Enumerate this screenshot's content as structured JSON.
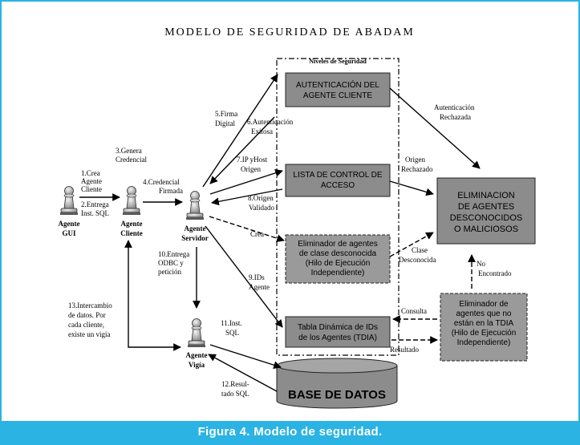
{
  "title": "MODELO DE SEGURIDAD DE ABADAM",
  "caption": "Figura 4. Modelo de seguridad.",
  "levels_label": "Niveles de Seguridad",
  "agents": {
    "gui": [
      "Agente",
      "GUI"
    ],
    "cliente": [
      "Agente",
      "Cliente"
    ],
    "servidor": [
      "Agente",
      "Servidor"
    ],
    "vigia": [
      "Agente",
      "Vigía"
    ]
  },
  "boxes": {
    "autenticacion": [
      "AUTENTICACIÓN DEL",
      "AGENTE CLIENTE"
    ],
    "lista": [
      "LISTA DE CONTROL DE",
      "ACCESO"
    ],
    "eliminador_clase": [
      "Eliminador de agentes",
      "de clase desconocida",
      "(Hilo de Ejecución",
      "Independiente)"
    ],
    "tdia": [
      "Tabla Dinámica de IDs",
      "de los Agentes (TDIA)"
    ],
    "eliminacion": [
      "ELIMINACION",
      "DE AGENTES",
      "DESCONOCIDOS",
      "O MALICIOSOS"
    ],
    "eliminador_tdia": [
      "Eliminador de",
      "agentes que no",
      "están en la TDIA",
      "(Hilo de Ejecución",
      "Independiente)"
    ],
    "base_datos": "BASE DE DATOS"
  },
  "labels": {
    "crea_agente": [
      "1.Crea",
      "Agente",
      "Cliente"
    ],
    "entrega_sql": [
      "2.Entrega",
      "Inst. SQL"
    ],
    "genera_credencial": [
      "3.Genera",
      "Credencial"
    ],
    "credencial_firmada": [
      "4.Credencial",
      "Firmada"
    ],
    "firma_digital": [
      "5.Firma",
      "Digital"
    ],
    "autenticacion_exitosa": [
      "6.Autenticación",
      "Exitosa"
    ],
    "ip_host": [
      "7.IP yHost",
      "Origen"
    ],
    "origen_validado": [
      "8.Origen",
      "Validado"
    ],
    "crea": "Crea",
    "ids_agente": [
      "9.IDs",
      "Agente"
    ],
    "entrega_odbc": [
      "10.Entrega",
      "ODBC y",
      "petición"
    ],
    "inst_sql": [
      "11.Inst.",
      "SQL"
    ],
    "resultado_sql": [
      "12.Resul-",
      "tado SQL"
    ],
    "intercambio": [
      "13.Intercambio",
      "de datos. Por",
      "cada cliente,",
      "existe un vigía"
    ],
    "auth_rechazada": [
      "Autenticación",
      "Rechazada"
    ],
    "origen_rechazado": [
      "Origen",
      "Rechazado"
    ],
    "clase_desconocida": [
      "Clase",
      "Desconocida"
    ],
    "no_encontrado": [
      "No",
      "Encontrado"
    ],
    "consulta": "Consulta",
    "resultado": "Resultado"
  }
}
